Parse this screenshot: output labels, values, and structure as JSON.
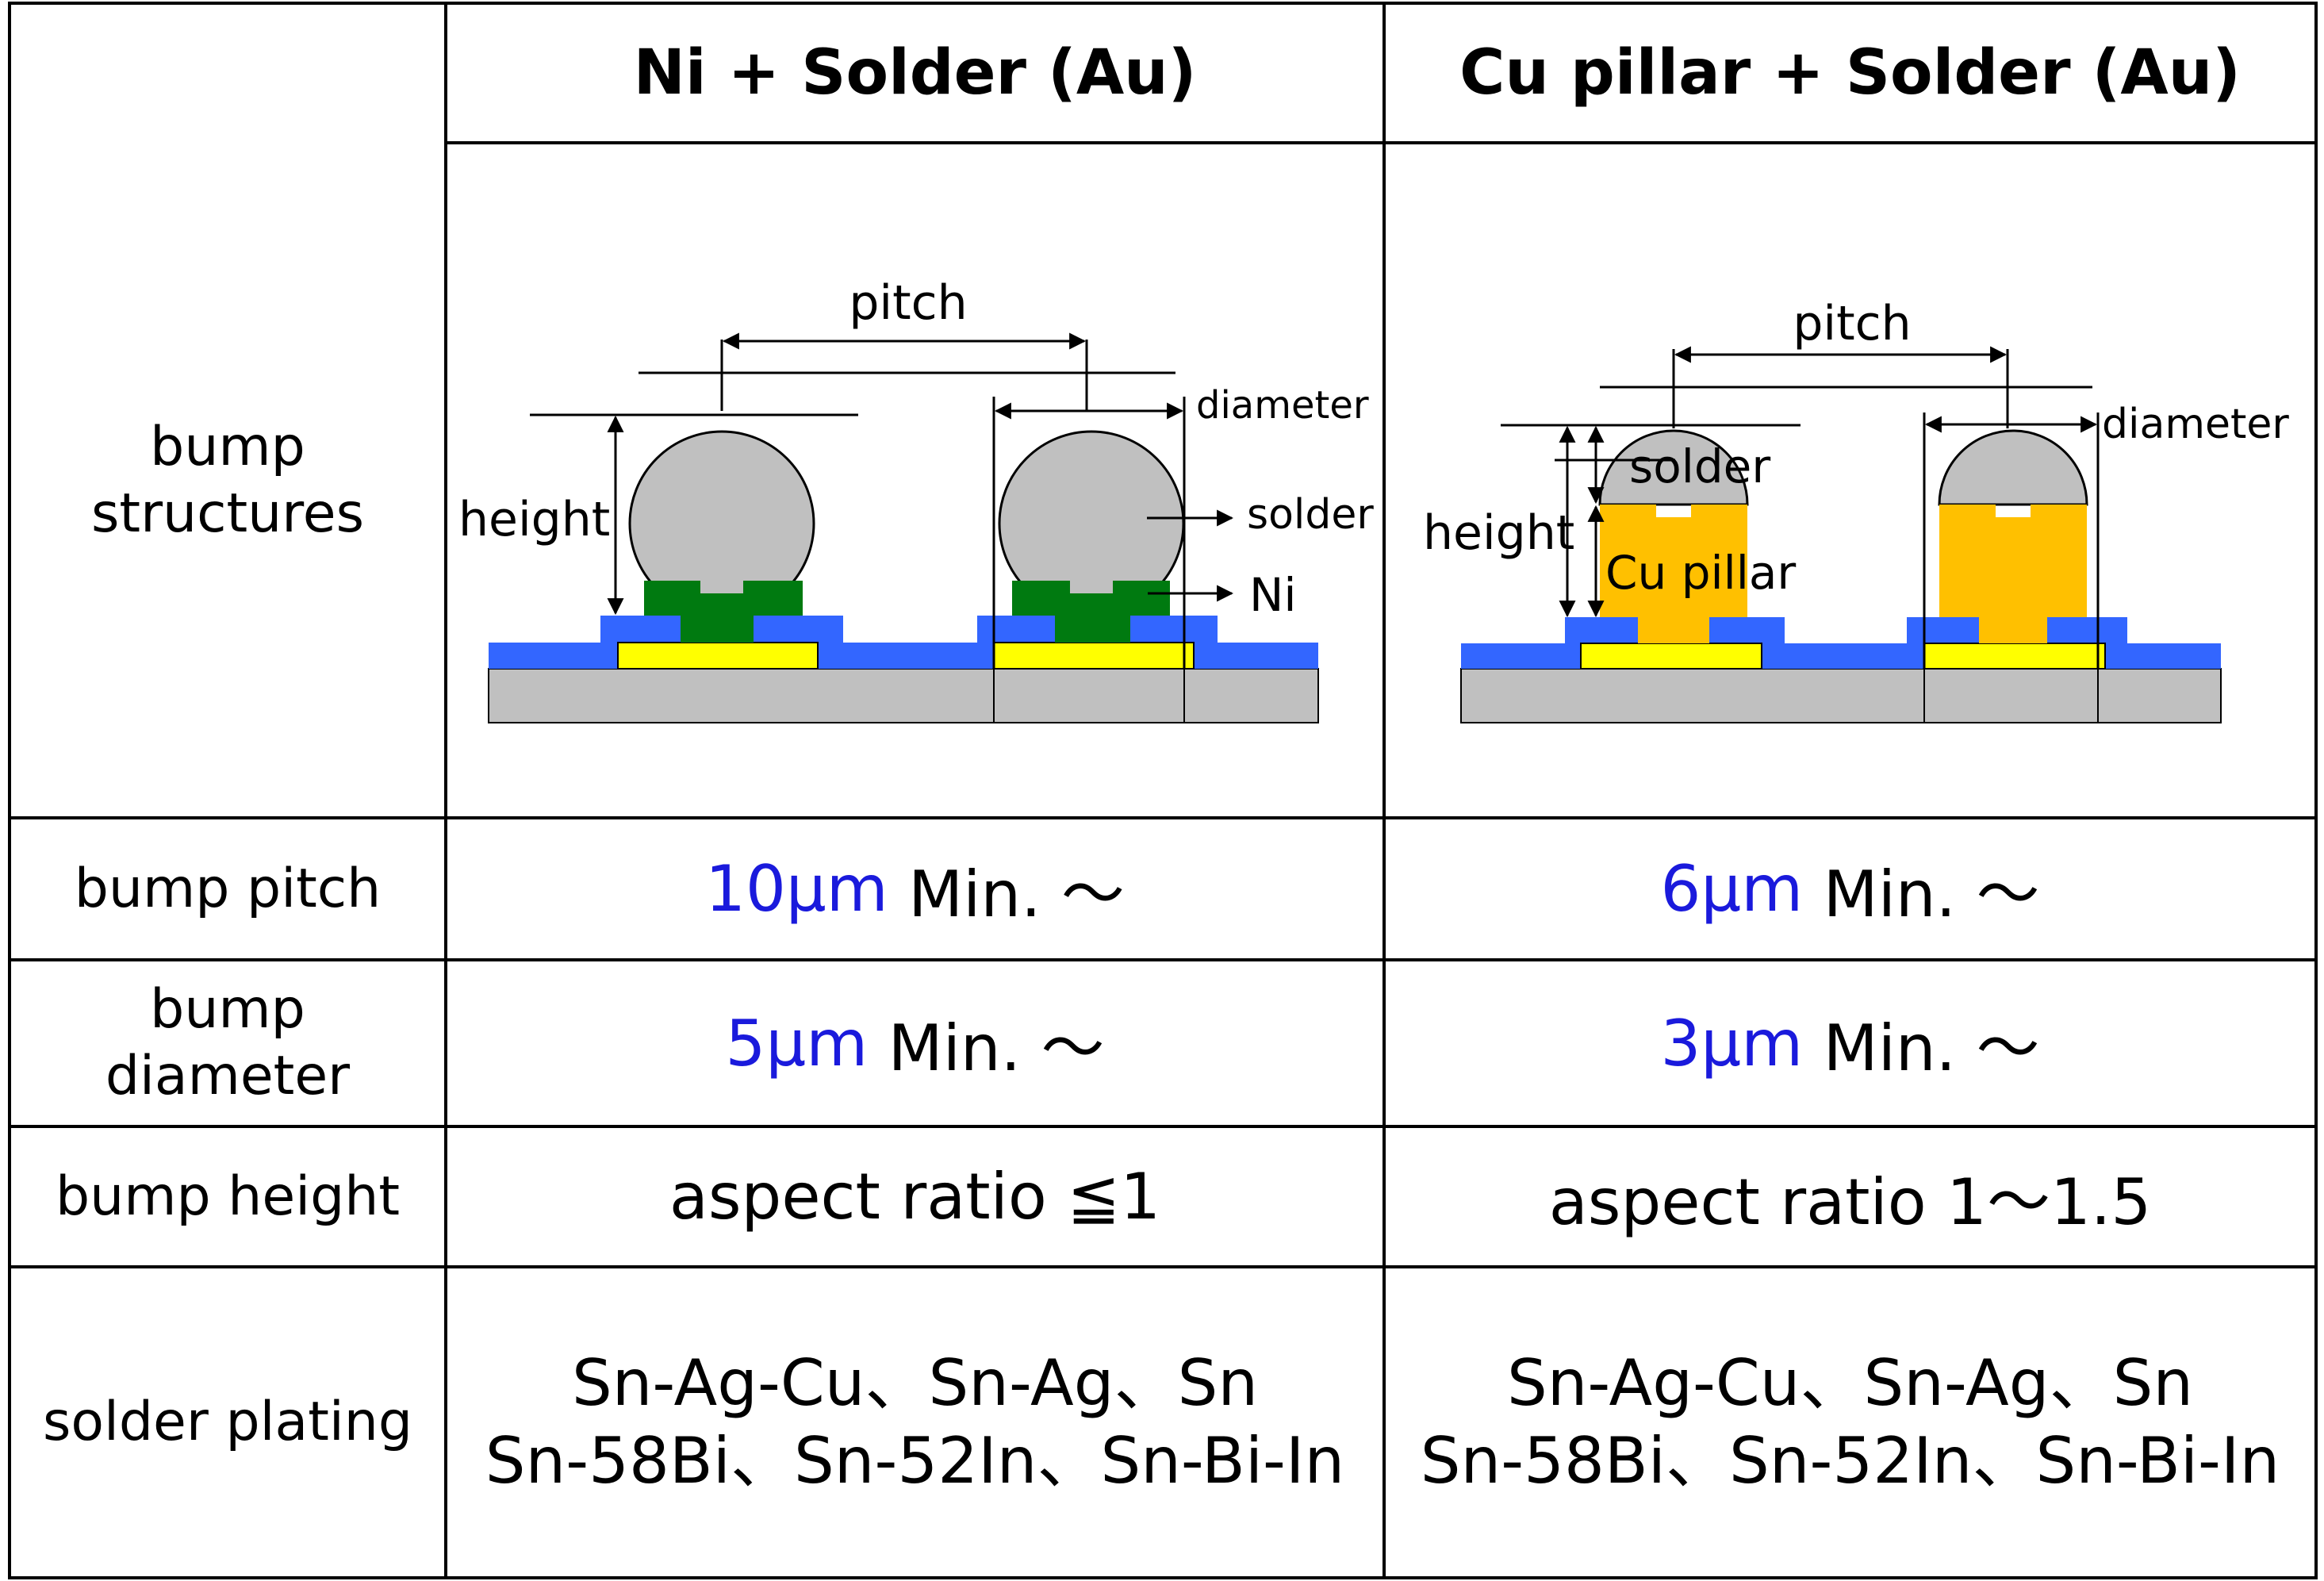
{
  "table": {
    "headers": {
      "col1": "Ni + Solder (Au)",
      "col2": "Cu pillar + Solder (Au)"
    },
    "rows": {
      "structures": {
        "label_line1": "bump",
        "label_line2": "structures"
      },
      "pitch": {
        "label": "bump pitch",
        "col1": {
          "value": "10μm",
          "suffix": " Min. ～"
        },
        "col2": {
          "value": "6μm",
          "suffix": " Min. ～"
        }
      },
      "diameter": {
        "label_line1": "bump",
        "label_line2": "diameter",
        "col1": {
          "value": "5μm",
          "suffix": " Min. ～"
        },
        "col2": {
          "value": "3μm",
          "suffix": " Min. ～"
        }
      },
      "height": {
        "label": "bump height",
        "col1": "aspect ratio ≦1",
        "col2": "aspect ratio 1～1.5"
      },
      "plating": {
        "label": "solder plating",
        "col1_line1": "Sn-Ag-Cu、Sn-Ag、Sn",
        "col1_line2": "Sn-58Bi、Sn-52In、Sn-Bi-In",
        "col2_line1": "Sn-Ag-Cu、Sn-Ag、Sn",
        "col2_line2": "Sn-58Bi、Sn-52In、Sn-Bi-In"
      }
    }
  },
  "diagram_ni": {
    "pitch": "pitch",
    "height": "height",
    "diameter": "diameter",
    "solder": "solder",
    "ni": "Ni"
  },
  "diagram_cu": {
    "pitch": "pitch",
    "height": "height",
    "diameter": "diameter",
    "solder": "solder",
    "cu_pillar": "Cu pillar"
  },
  "colors": {
    "accent_value": "#1a1adc",
    "substrate": "#c0c0c0",
    "passivation": "#3366ff",
    "pad": "#ffff00",
    "ni": "#007a10",
    "cu": "#ffc000",
    "solder": "#c0c0c0"
  }
}
